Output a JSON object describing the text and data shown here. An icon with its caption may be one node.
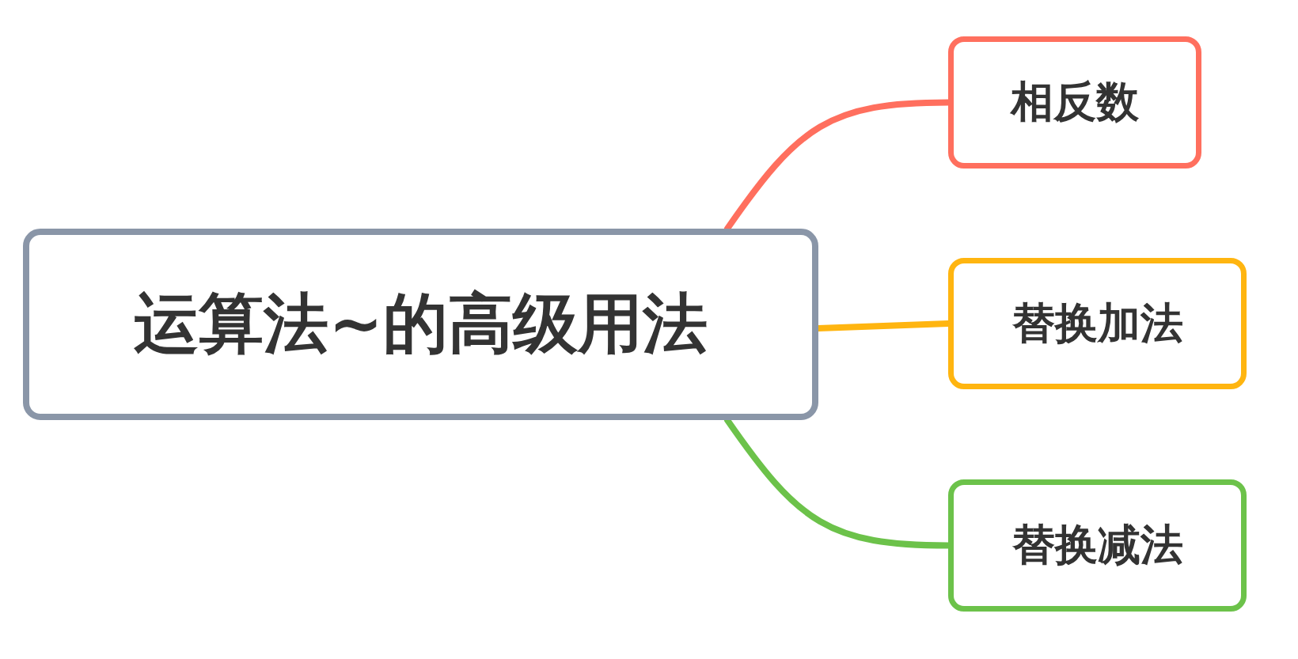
{
  "diagram": {
    "nodes": [
      {
        "text": [
          "运算法~的高级用法"
        ]
      },
      {
        "text": [
          "相反数"
        ]
      },
      {
        "text": [
          "替换加法"
        ]
      },
      {
        "text": [
          "替换减法"
        ]
      }
    ],
    "edges": [
      {
        "from": 0,
        "to": 1,
        "arrow": "none",
        "color": "#ff6f5e"
      },
      {
        "from": 0,
        "to": 2,
        "arrow": "none",
        "color": "#ffb510"
      },
      {
        "from": 0,
        "to": 3,
        "arrow": "none",
        "color": "#6cc24a"
      }
    ]
  }
}
